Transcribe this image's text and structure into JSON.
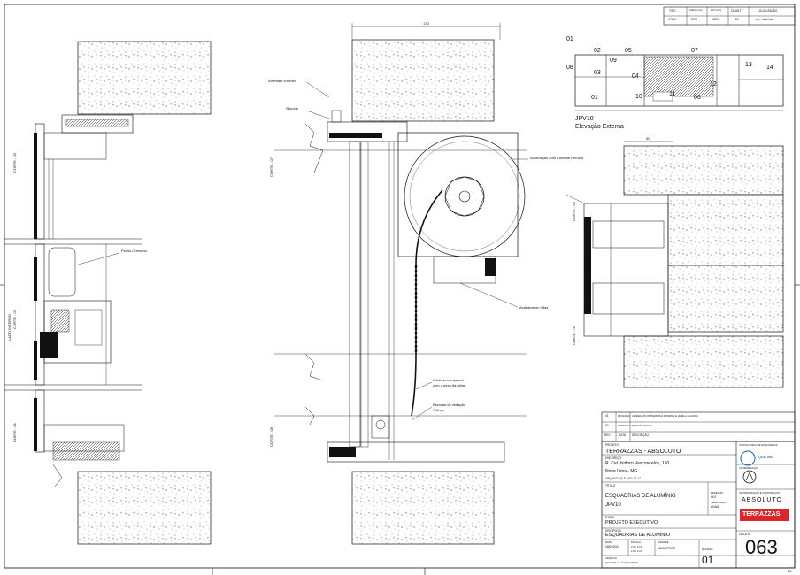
{
  "header_table": {
    "headers": [
      "TIPO",
      "LARG (mm)",
      "ALT (mm)",
      "QUANT",
      "LOCALIZAÇÃO"
    ],
    "row": [
      "JPV10",
      "5070",
      "1250",
      "26",
      "Tipo - Nesk/Suite"
    ]
  },
  "labels": {
    "arremate_externo": "Arremate Externo",
    "silicone": "Silicone",
    "automacao": "Automação com Controle Remoto",
    "fecho_cremona": "Fecho Cremona",
    "acabamento_vitas": "Acabamento Vitas",
    "roldana": "Roldana compativel com o peso da folha",
    "escovas": "Escovas de vedação 7x5mm",
    "dim_top": "170",
    "dim_right": "50",
    "corte_03": "CORTE - 03",
    "corte_02": "CORTE - 02",
    "corte_01": "CORTE - 01",
    "corte_07": "CORTE - 07",
    "corte_06": "CORTE - 06",
    "corte_05": "CORTE - 05",
    "corte_04": "CORTE - 04",
    "lado_interno": "LADO INTERNO"
  },
  "elevation": {
    "codes": [
      "01",
      "02",
      "03",
      "04",
      "05",
      "06",
      "07",
      "08",
      "09",
      "10",
      "11",
      "12",
      "13",
      "14",
      "01"
    ],
    "title": "JPV10",
    "subtitle": "Elevação Externa"
  },
  "revisions": [
    {
      "rev": "01",
      "date": "18/04/2022",
      "desc": "ALTERAÇÃO IN PERSIANA INTERNA E JANELA GLAZING"
    },
    {
      "rev": "00",
      "date": "09/04/2021",
      "desc": "EMISSÃO INICIAL"
    },
    {
      "rev": "REV",
      "date": "DATA",
      "desc": "DESCRIÇÃO"
    }
  ],
  "title_block": {
    "projeto_label": "PROJETO",
    "project": "TERRAZZAS - ABSOLUTO",
    "endereco_label": "ENDEREÇO",
    "address1": "R. Cel. Isidoro Vasconcelos, 150",
    "address2": "Nova Lima - MG",
    "code_label": "ARQUIVO: QLS.0101.20-17",
    "titulo_label": "TÍTULO",
    "title1": "ESQUADRIAS DE ALUMÍNIO",
    "title2": "JPV10",
    "etapa_label": "ETAPA",
    "stage": "PROJETO EXECUTIVO",
    "disciplina_label": "DISCIPLINA",
    "discipline": "ESQUADRIAS DE ALUMÍNIO",
    "data_label": "DATA",
    "date": "18/04/2021",
    "escala_label": "ESCALA",
    "scale1": "2,5 x 1:10",
    "scale2": "2,5 x 1:10",
    "unidade_label": "UNIDADE",
    "unit": "MILÍMETROS",
    "arquivo_label": "ARQUIVO",
    "file": "QLS.0101.20-17-ESQ-063-01",
    "revisao_label": "REVISÃO",
    "revision": "01",
    "desenho_label": "DESENHO",
    "desenho_val": "QLS",
    "verificado_label": "VERIFICADO",
    "verificado_val": "ADAM",
    "folha_label": "FOLHA Nº",
    "sheet_number": "063",
    "sheet_size": "A1",
    "consultoria_label": "CONSULTORIA DE ESQUADRIAS",
    "logo1": "QuaLitas",
    "coord_label": "COORDENAÇÃO",
    "incorporacao_label": "INCORPORAÇÃO E CONSTRUÇÃO",
    "logo_absoluto": "ABSOLUTO",
    "logo_terrazzas": "TERRAZZAS"
  }
}
